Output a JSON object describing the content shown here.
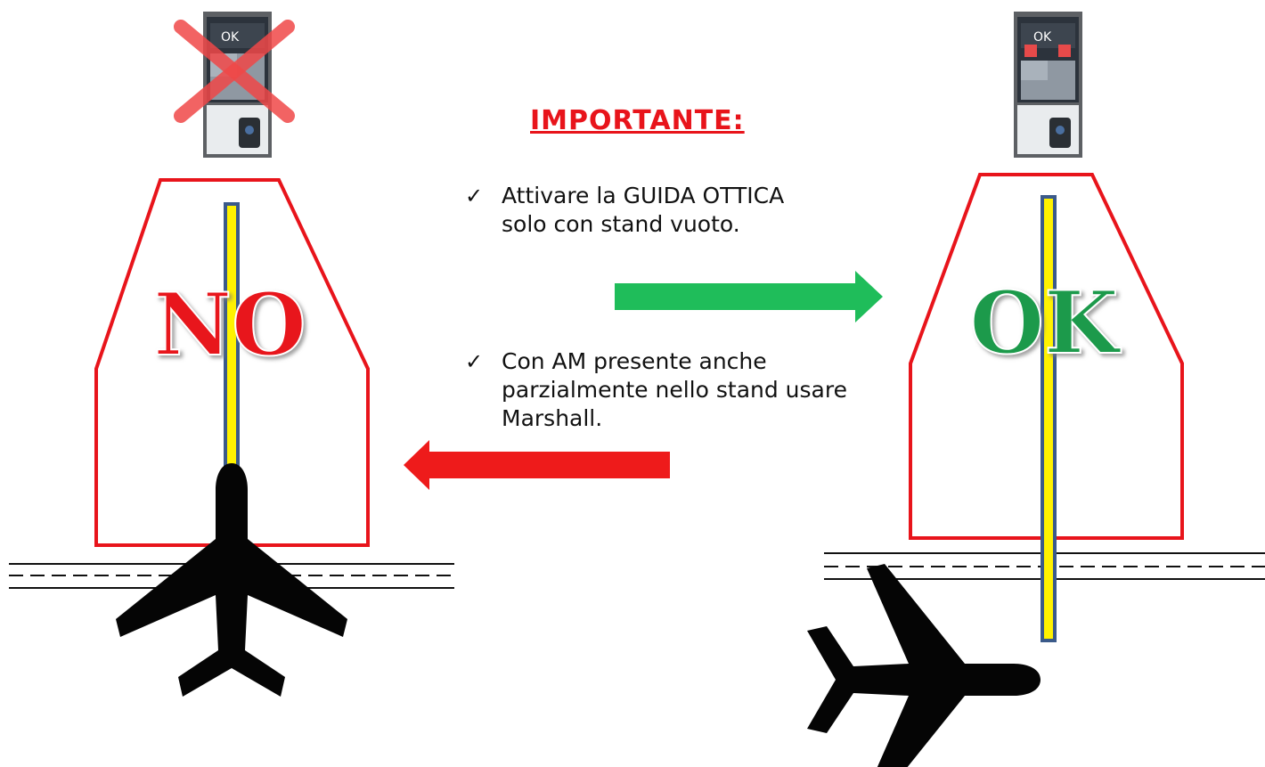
{
  "heading": "IMPORTANTE:",
  "bullets": [
    "Attivare la GUIDA OTTICA solo con stand vuoto.",
    "Con AM presente anche parzialmente nello stand usare Marshall."
  ],
  "left_panel": {
    "label": "NO",
    "label_color": "#e8141b",
    "display_text": "OK"
  },
  "right_panel": {
    "label": "OK",
    "label_color": "#1f9a4c",
    "display_text": "OK"
  },
  "colors": {
    "stand_outline": "#e8141b",
    "centerline": "#fff200",
    "arrow_ok": "#1fbd5a",
    "arrow_no": "#ee1b1b"
  },
  "icons": [
    "checkmark-icon",
    "airplane-icon",
    "docking-guidance-display",
    "cross-mark-icon"
  ]
}
